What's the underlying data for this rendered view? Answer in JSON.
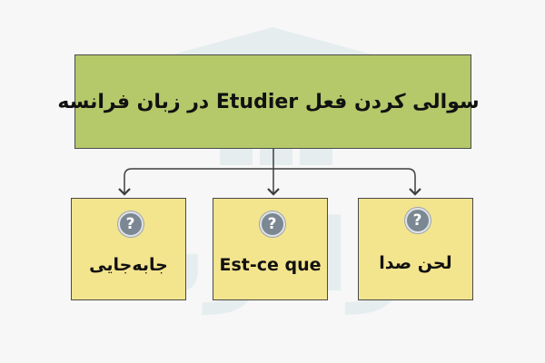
{
  "diagram": {
    "root": {
      "title": "سوالی کردن فعل Etudier در زبان فرانسه"
    },
    "children": [
      {
        "label": "جابه‌جایی",
        "icon": "question-icon",
        "icon_glyph": "?"
      },
      {
        "label": "Est-ce que",
        "icon": "question-icon",
        "icon_glyph": "?"
      },
      {
        "label": "لحن صدا",
        "icon": "question-icon",
        "icon_glyph": "?"
      }
    ],
    "colors": {
      "root_fill": "#b5c86a",
      "child_fill": "#f3e48e",
      "border": "#4a4a4a",
      "connector": "#3f3f3f",
      "icon_fill": "#7b8792",
      "background": "#f7f7f7"
    }
  },
  "watermark": {
    "logo": "faradars-logo",
    "text": "فرادرس"
  }
}
